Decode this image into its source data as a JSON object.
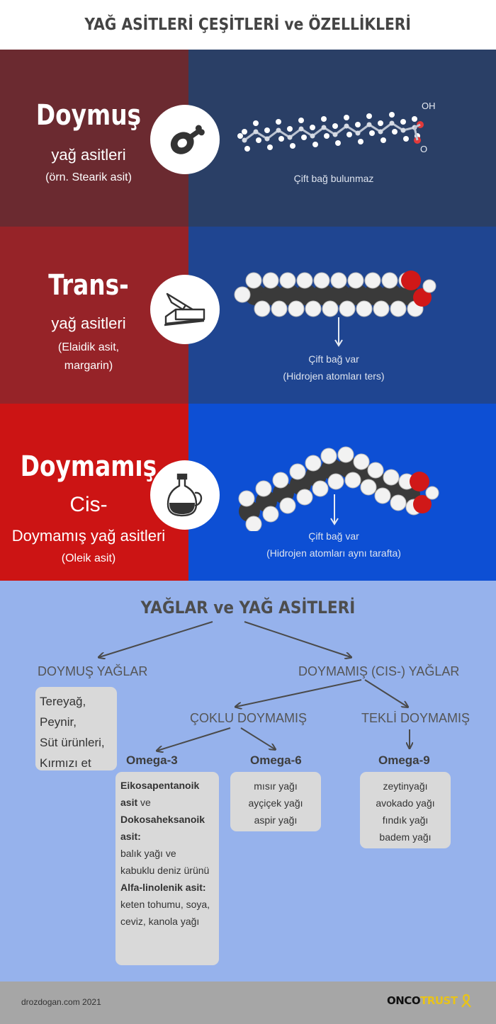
{
  "header": {
    "title": "YAĞ ASİTLERİ ÇEŞİTLERİ ve ÖZELLİKLERİ"
  },
  "bands": [
    {
      "name": "Doymuş",
      "subtitle": "yağ asitleri",
      "example": "(örn. Stearik asit)",
      "icon": "meat-leg-icon",
      "molecule": "skeletal-molecule",
      "labels": {
        "oh": "OH",
        "o": "O"
      },
      "caption": [
        "Çift bağ bulunmaz"
      ]
    },
    {
      "name": "Trans-",
      "subtitle": "yağ asitleri",
      "example": [
        "(Elaidik asit,",
        "margarin)"
      ],
      "icon": "butter-knife-icon",
      "molecule": "straight-chain-molecule",
      "caption": [
        "Çift bağ var",
        "(Hidrojen atomları ters)"
      ]
    },
    {
      "name": "Doymamış",
      "name2": "Cis-",
      "subtitle": "Doymamış yağ asitleri",
      "example": "(Oleik asit)",
      "icon": "oil-bottle-icon",
      "molecule": "bent-chain-molecule",
      "caption": [
        "Çift bağ var",
        "(Hidrojen atomları aynı tarafta)"
      ]
    }
  ],
  "colors": {
    "band1_left": "#6b2a30",
    "band1_right": "#2a3f66",
    "band2_left": "#962328",
    "band2_right": "#1f4591",
    "band3_left": "#cc1414",
    "band3_right": "#0d4fd4",
    "lower_bg": "#96b2ec",
    "footer_bg": "#a6a6a6",
    "brand_yellow": "#e8c31a"
  },
  "tree": {
    "title": "YAĞLAR ve YAĞ ASİTLERİ",
    "saturated": "DOYMUŞ YAĞLAR",
    "saturated_foods": [
      "Tereyağ,",
      "Peynir,",
      "Süt ürünleri,",
      "Kırmızı et"
    ],
    "unsaturated": "DOYMAMIŞ (CIS-) YAĞLAR",
    "poly": "ÇOKLU DOYMAMIŞ",
    "mono": "TEKLİ DOYMAMIŞ",
    "omega3": {
      "label": "Omega-3",
      "bold1": "Eikosapentanoik",
      "bold1b": "asit",
      "ve": " ve",
      "bold2": "Dokosaheksanoik",
      "bold2b": "asit:",
      "text1": [
        "balık yağı ve",
        "kabuklu deniz ürünü"
      ],
      "bold3": "Alfa-linolenik asit:",
      "text2": [
        "keten tohumu, soya,",
        "ceviz, kanola yağı"
      ]
    },
    "omega6": {
      "label": "Omega-6",
      "items": [
        "mısır yağı",
        "ayçiçek yağı",
        "aspir yağı"
      ]
    },
    "omega9": {
      "label": "Omega-9",
      "items": [
        "zeytinyağı",
        "avokado yağı",
        "fındık yağı",
        "badem yağı"
      ]
    }
  },
  "footer": {
    "credit": "drozdogan.com 2021",
    "logo_a": "ONCO",
    "logo_b": "TRUST"
  }
}
